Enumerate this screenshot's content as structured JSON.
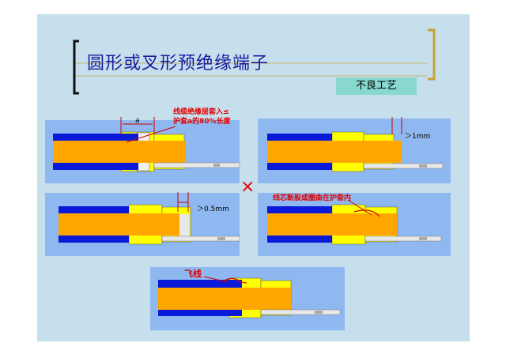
{
  "slide": {
    "title": "圆形或叉形预绝缘端子",
    "tag": "不良工艺"
  },
  "annotations": {
    "insulation_note_line1": "线缆绝缘层套入≤",
    "insulation_note_line2": "护套a的80%长度",
    "dim_a": "a",
    "gap_1mm": "＞1mm",
    "gap_05mm": "＞0.5mm",
    "core_broken": "线芯断股或圈曲在护套内",
    "flying_wire": "飞线",
    "cross_mark": "×"
  },
  "colors": {
    "slide_bg": "#c5e0ec",
    "panel_bg": "#8fb8f0",
    "insulation": "#0a1ad8",
    "core": "#ffa600",
    "sleeve": "#ffff00",
    "note_red": "#e00000",
    "title_blue": "#1a1aa0",
    "tag_bg": "#88d8d0"
  }
}
